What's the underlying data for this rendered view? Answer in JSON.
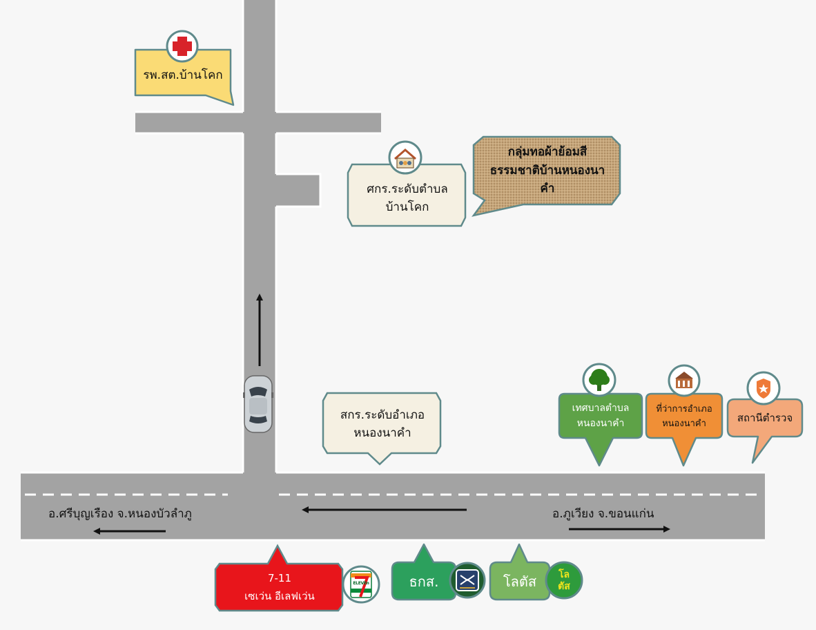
{
  "places": {
    "health_center": "รพ.สต.บ้านโคก",
    "nfe_tambon": [
      "ศกร.ระดับตำบล",
      "บ้านโคก"
    ],
    "weaving_group": [
      "กลุ่มทอผ้าย้อมสี",
      "ธรรมชาติบ้านหนองนาคำ"
    ],
    "nfe_district": [
      "สกร.ระดับอำเภอ",
      "หนองนาคำ"
    ],
    "municipality": [
      "เทศบาลตำบล",
      "หนองนาคำ"
    ],
    "district_office": [
      "ที่ว่าการอำเภอ",
      "หนองนาคำ"
    ],
    "police": "สถานีตำรวจ",
    "seven_eleven": [
      "7-11",
      "เซเว่น อีเลฟเว่น"
    ],
    "seven_eleven_logo": "ELEVEn",
    "baac": "ธกส.",
    "lotus": "โลตัส",
    "lotus_logo": [
      "โล",
      "ตัส"
    ]
  },
  "road_labels": {
    "left": "อ.ศรีบุญเรือง จ.หนองบัวลำภู",
    "right": "อ.ภูเวียง จ.ขอนแก่น"
  },
  "icons": [
    "red-cross-icon",
    "school-icon",
    "tree-icon",
    "government-building-icon",
    "police-badge-icon",
    "seven-eleven-logo-icon",
    "baac-logo-icon",
    "lotus-logo-icon",
    "car-icon",
    "arrow-icon"
  ],
  "colors": {
    "road": "#a3a3a3",
    "road_edge": "#ffffff",
    "health_yellow": "#fadb75",
    "label_cream": "#f5f0e2",
    "label_border": "#5f8a8b",
    "municipality_green": "#5ea247",
    "district_orange": "#f08f36",
    "police_orange": "#f3a87a",
    "seven_red": "#e8151b",
    "baac_green": "#2ca05d",
    "lotus_green": "#7bb560",
    "burlap": "#c7a67b"
  }
}
